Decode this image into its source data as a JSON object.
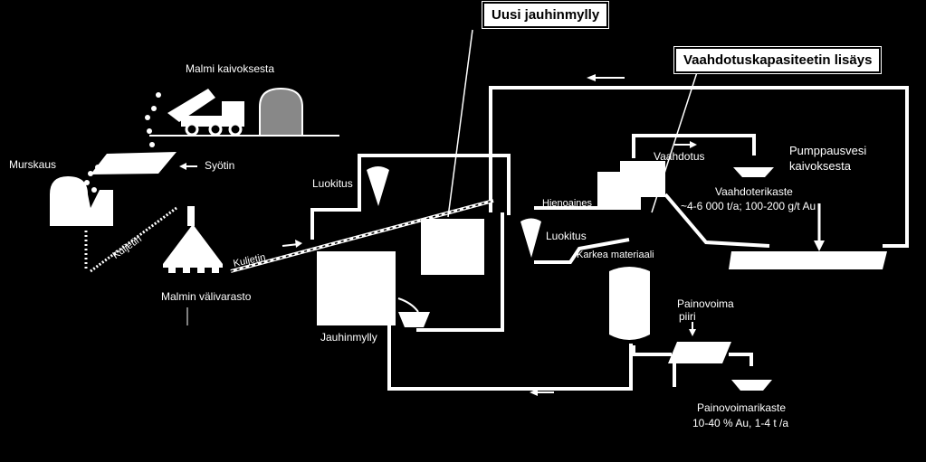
{
  "callouts": {
    "new_mill": "Uusi jauhinmylly",
    "flotation_capacity": "Vaahdotuskapasiteetin lisäys"
  },
  "labels": {
    "ore_from_mine": "Malmi kaivoksesta",
    "crushing": "Murskaus",
    "feeder": "Syötin",
    "conveyor_1": "Kuljetin",
    "conveyor_2": "Kuljetin",
    "ore_storage": "Malmin välivarasto",
    "classification_1": "Luokitus",
    "grinding_mill": "Jauhinmylly",
    "fines": "Hienoaines",
    "classification_2": "Luokitus",
    "coarse_material": "Karkea materiaali",
    "flotation": "Vaahdotus",
    "flotation_concentrate": "Vaahdoterikaste",
    "flotation_concentrate_amount": "~4-6 000 t/a; 100-200 g/t Au",
    "pumping_water_line1": "Pumppausvesi",
    "pumping_water_line2": "kaivoksesta",
    "gravity_line1": "Painovoima",
    "gravity_line2": "piiri",
    "gravity_concentrate": "Painovoimarikaste",
    "gravity_concentrate_amount": "10-40 % Au, 1-4 t /a"
  }
}
